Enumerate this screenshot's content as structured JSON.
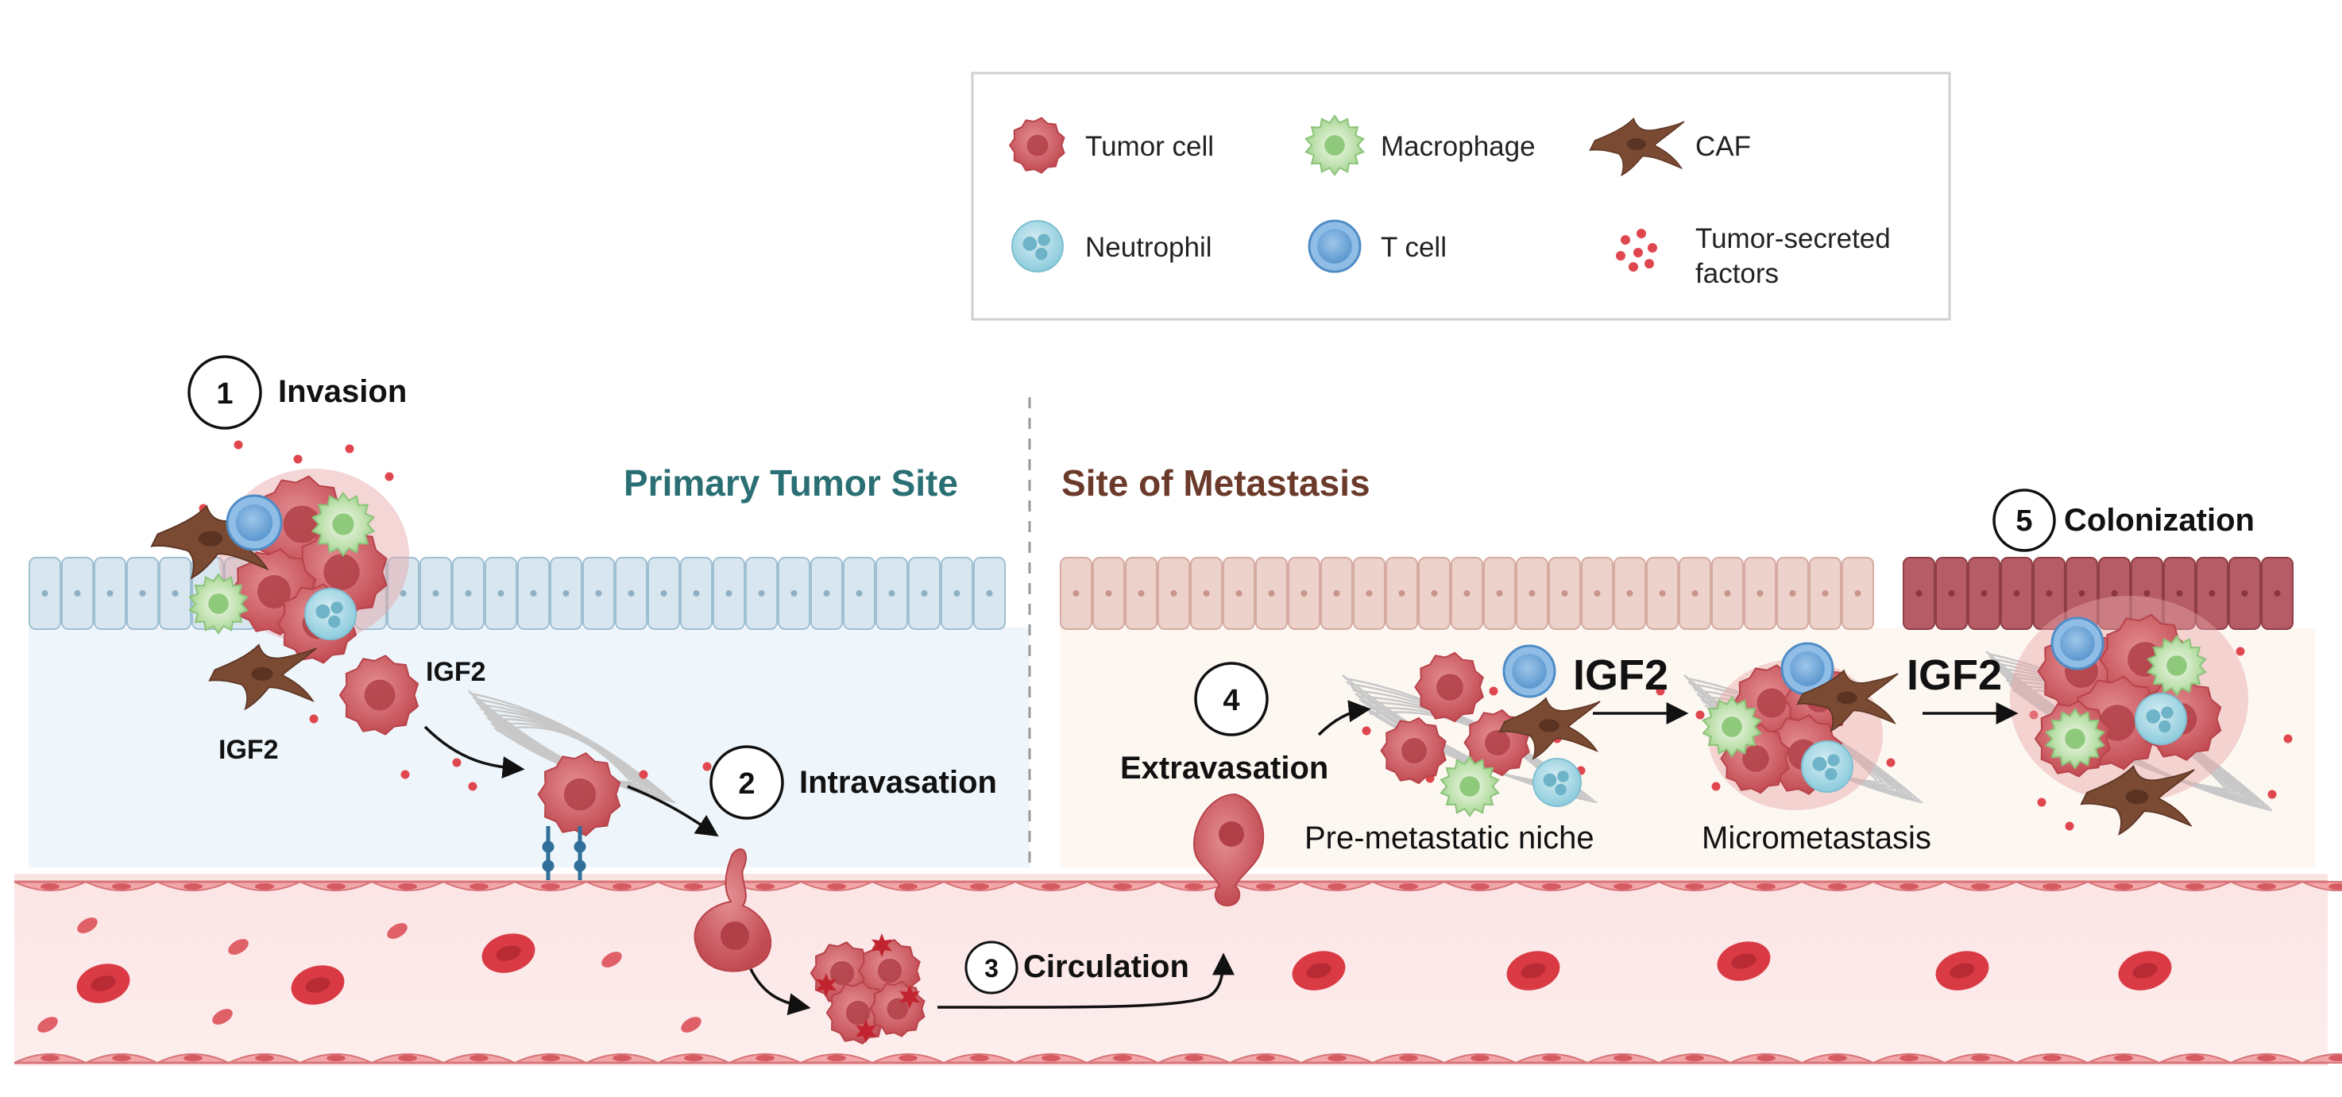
{
  "legend": {
    "items": [
      {
        "key": "tumor",
        "label": "Tumor cell"
      },
      {
        "key": "macrophage",
        "label": "Macrophage"
      },
      {
        "key": "caf",
        "label": "CAF"
      },
      {
        "key": "neutrophil",
        "label": "Neutrophil"
      },
      {
        "key": "tcell",
        "label": "T cell"
      },
      {
        "key": "factors",
        "label_line1": "Tumor-secreted",
        "label_line2": "factors"
      }
    ]
  },
  "sites": {
    "primary": "Primary Tumor Site",
    "metastasis": "Site of Metastasis"
  },
  "steps": [
    {
      "num": "1",
      "label": "Invasion"
    },
    {
      "num": "2",
      "label": "Intravasation"
    },
    {
      "num": "3",
      "label": "Circulation"
    },
    {
      "num": "4",
      "label": "Extravasation"
    },
    {
      "num": "5",
      "label": "Colonization"
    }
  ],
  "igf": {
    "a": "IGF2",
    "b": "IGF2",
    "c": "IGF2",
    "d": "IGF2"
  },
  "stages": {
    "niche": "Pre-metastatic niche",
    "micro": "Micrometastasis"
  },
  "colors": {
    "tumor": "#c9555c",
    "macrophage": "#a9d39a",
    "caf": "#7a4a33",
    "neutrophil": "#9fd3e0",
    "tcell": "#6fa6d6",
    "factor": "#e0464e",
    "primary_epithelium": "#d7e6ef",
    "meta_epithelium": "#ecd2cb",
    "colonized_epithelium": "#b65c66",
    "vessel": "#f4b4b4",
    "rbc": "#d93a44"
  }
}
